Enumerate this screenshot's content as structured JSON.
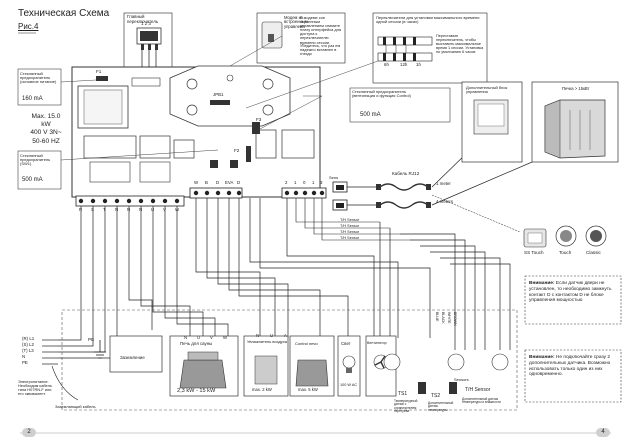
{
  "header": {
    "title": "Техническая Схема",
    "figure": "Рис.4"
  },
  "callouts": {
    "main_switch": "Главный переключатель",
    "switch_pins": "1 2 3",
    "modem": {
      "line1": "Модем из",
      "line2": "встроенным",
      "line3": "управлени",
      "body": "В модеме сое строенным управлением снимите плату интерфейса для доступа к переключателю времени сессии.",
      "body2": "Убедитесь, что раз ем надежно вставлен в гнездо"
    },
    "session_switch": {
      "title": "Переключатели для установки максимального времени одной сессии (в часах)",
      "labels": [
        "6h",
        "12h",
        "1h"
      ],
      "note": "Переставьте переключатель, чтобы выставить максимальное время 1 сессии. Установка по умолчанию 6 часов"
    },
    "fuse_f1": {
      "text": "Стеклянный предохранитель (основное питание)",
      "value": "160 mA"
    },
    "power_spec": [
      "Max. 15.0 kW",
      "400 V 3N~",
      "50-60 HZ"
    ],
    "fuse_f2": {
      "text": "Стеклянный предохранитель (SW1)",
      "value": "500 mA"
    },
    "fuse_f3": {
      "text": "Стеклянный предохранитель (вентиляция и функция Control)",
      "value": "500 mA"
    },
    "rj12": "Кабель RJ12",
    "meters": [
      "1 meter",
      "4 meters"
    ],
    "extra_panel": "Дополнительный блок управления",
    "heater_label": "Печка > 15кВт",
    "panels": [
      "SS Touch",
      "Touch",
      "Classic"
    ],
    "attention1": {
      "title": "Внимание:",
      "text": "Если датчик двери не установлен, то необходимо замкнуть контакт D с контактом D не блоке управления мощностью"
    },
    "attention2": {
      "title": "Внимание:",
      "text": "Не подключайте сразу 2 дополнительных датчика. Возможно использовать только один из них одновременно."
    },
    "electric_power": "Электропитание. Необходим кабель типа H07RN-F или его эквивалент",
    "ground_cable": "Заземляющий кабель",
    "phases": [
      "(R) L1",
      "(S) L2",
      "(T) L3",
      "N",
      "PE"
    ]
  },
  "board": {
    "terminals_left": [
      "R",
      "S",
      "T",
      "N",
      "N",
      "N",
      "U",
      "V",
      "W"
    ],
    "terminals_mid": [
      "W",
      "B",
      "D",
      "EVA",
      "D"
    ],
    "terminals_right": [
      "2",
      "1",
      "0",
      "1",
      "3"
    ],
    "fuse_labels": [
      "F1",
      "F2",
      "F3"
    ],
    "jp_label": "JPB1",
    "rj_terminal": "Sens",
    "sensor_lines": [
      "T/H Sensor",
      "T/H Sensor",
      "T/H Sensor",
      "T/H Sensor"
    ]
  },
  "bottom": {
    "pe": "PE",
    "ground": "Заземление",
    "sauna_heater": "Печь для сауны",
    "sauna_power": "2,3 kW - 15 kW",
    "humidifier": "Увлажнитель воздуха",
    "humidifier_power": "max. 2 kW",
    "heater_control": "Control печи",
    "heater_control_power": "max. 5 kW",
    "light": "Свет",
    "light_power": "100 W AC",
    "fan": "Вентилятор",
    "wire_colors": [
      "BLUE",
      "BLACK",
      "WHITE",
      "BROWN"
    ],
    "ts1": "TS1",
    "ts1_text": "Температурный датчик с ограничителем перегрева",
    "ts2": "TS2",
    "ts2_text": "Дополнительный датчик температуры",
    "th": "T/H Sensor",
    "th_text": "Дополнительный датчик температуры и влажности",
    "sensors": "Sensors",
    "pins_u": [
      "N",
      "U",
      "V",
      "W"
    ],
    "pins_h": [
      "N",
      "U",
      "A"
    ]
  },
  "pages": {
    "left": "2",
    "right": "4"
  }
}
